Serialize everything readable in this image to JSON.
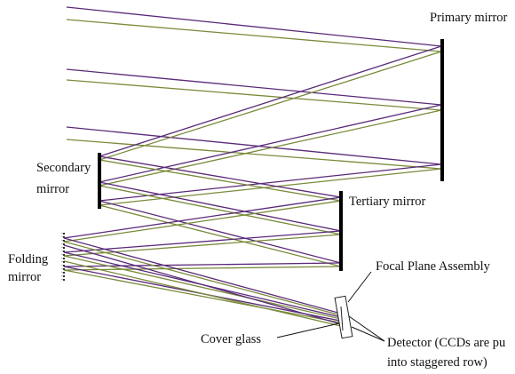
{
  "labels": {
    "primary_mirror": "Primary mirror",
    "secondary_mirror_line1": "Secondary",
    "secondary_mirror_line2": "mirror",
    "tertiary_mirror": "Tertiary mirror",
    "folding_mirror_line1": "Folding",
    "folding_mirror_line2": "mirror",
    "focal_plane_assembly": "Focal Plane Assembly",
    "cover_glass": "Cover glass",
    "detector_line1": "Detector (CCDs are pu",
    "detector_line2": "into staggered row)"
  },
  "colors": {
    "ray_purple": "#5a2a78",
    "ray_green": "#7a8a3a",
    "mirror": "#000000",
    "text": "#111111"
  }
}
